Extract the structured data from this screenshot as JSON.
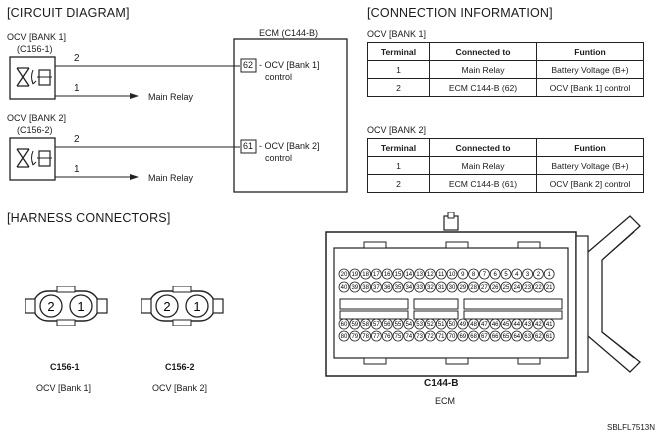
{
  "circuit": {
    "title": "[CIRCUIT DIAGRAM]",
    "bank1": {
      "label": "OCV [BANK 1]",
      "code": "(C156-1)",
      "pin_top": "2",
      "pin_bottom": "1",
      "dest": "Main Relay"
    },
    "bank2": {
      "label": "OCV [BANK 2]",
      "code": "(C156-2)",
      "pin_top": "2",
      "pin_bottom": "1",
      "dest": "Main Relay"
    },
    "ecm": {
      "title": "ECM (C144-B)",
      "pin1_num": "62",
      "pin1_text": "- OCV [Bank 1]",
      "pin1_text2": "control",
      "pin2_num": "61",
      "pin2_text": "- OCV [Bank 2]",
      "pin2_text2": "control"
    }
  },
  "connection": {
    "title": "[CONNECTION INFORMATION]",
    "headers": [
      "Terminal",
      "Connected to",
      "Funtion"
    ],
    "bank1": {
      "label": "OCV [BANK 1]",
      "rows": [
        [
          "1",
          "Main Relay",
          "Battery Voltage (B+)"
        ],
        [
          "2",
          "ECM C144-B (62)",
          "OCV [Bank 1] control"
        ]
      ]
    },
    "bank2": {
      "label": "OCV [BANK 2]",
      "rows": [
        [
          "1",
          "Main Relay",
          "Battery Voltage (B+)"
        ],
        [
          "2",
          "ECM C144-B (61)",
          "OCV [Bank 2] control"
        ]
      ]
    }
  },
  "harness": {
    "title": "[HARNESS CONNECTORS]",
    "c1": {
      "code": "C156-1",
      "desc": "OCV [Bank 1]",
      "pin_left": "2",
      "pin_right": "1"
    },
    "c2": {
      "code": "C156-2",
      "desc": "OCV [Bank 2]",
      "pin_left": "2",
      "pin_right": "1"
    },
    "ecm": {
      "code": "C144-B",
      "desc": "ECM"
    },
    "pins_row1": [
      "20",
      "19",
      "18",
      "17",
      "16",
      "15",
      "14",
      "13",
      "12",
      "11",
      "10",
      "9",
      "8",
      "7",
      "6",
      "5",
      "4",
      "3",
      "2",
      "1"
    ],
    "pins_row2": [
      "40",
      "39",
      "38",
      "37",
      "36",
      "35",
      "34",
      "33",
      "32",
      "31",
      "30",
      "29",
      "28",
      "27",
      "26",
      "25",
      "24",
      "23",
      "22",
      "21"
    ],
    "pins_row3": [
      "60",
      "59",
      "58",
      "57",
      "56",
      "55",
      "54",
      "53",
      "52",
      "51",
      "50",
      "49",
      "48",
      "47",
      "46",
      "45",
      "44",
      "43",
      "42",
      "41"
    ],
    "pins_row4": [
      "80",
      "79",
      "78",
      "77",
      "76",
      "75",
      "74",
      "73",
      "72",
      "71",
      "70",
      "69",
      "68",
      "67",
      "66",
      "65",
      "64",
      "63",
      "62",
      "61"
    ]
  },
  "figure_code": "SBLFL7513N"
}
